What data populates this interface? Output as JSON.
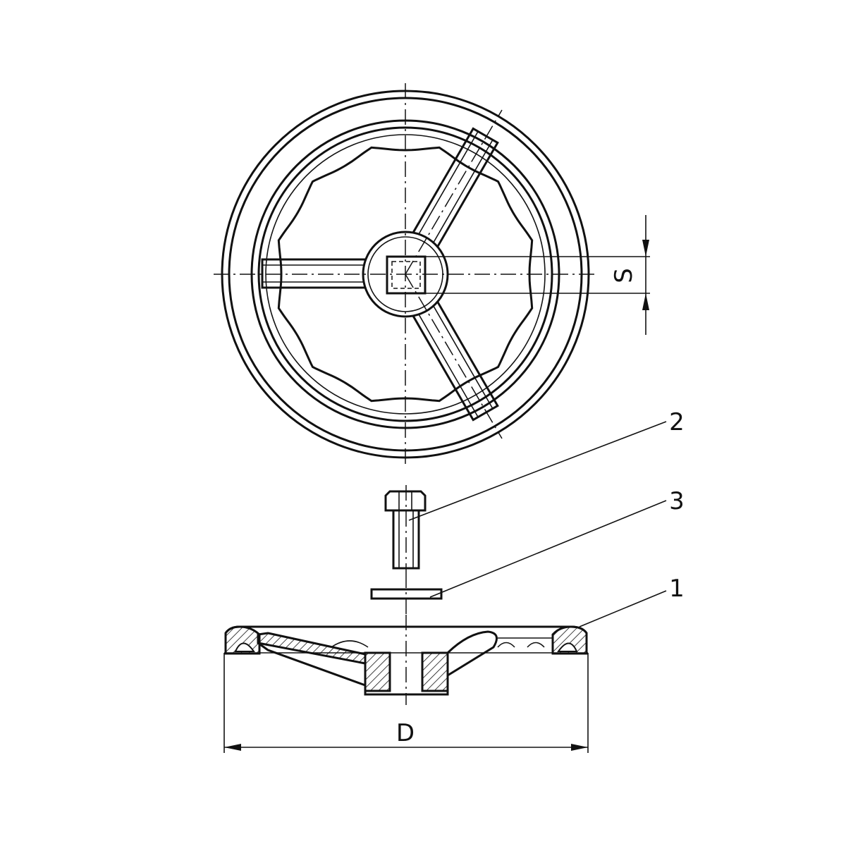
{
  "dimensions": {
    "diameter_label": "D",
    "square_label": "S"
  },
  "callouts": [
    {
      "number": "1"
    },
    {
      "number": "2"
    },
    {
      "number": "3"
    }
  ]
}
